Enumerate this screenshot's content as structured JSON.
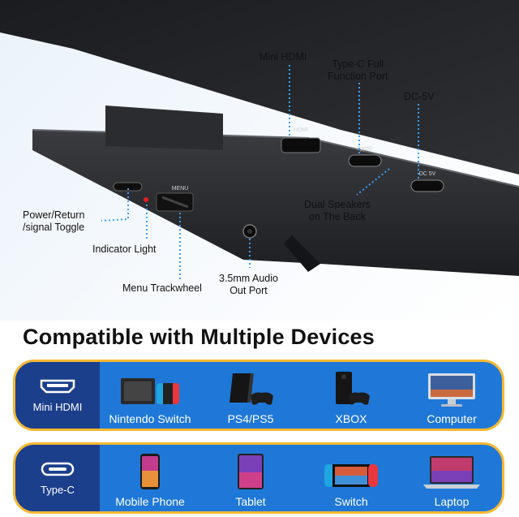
{
  "callouts": {
    "mini_hdmi": "Mini HDMI",
    "type_c_port_line1": "Type-C Full",
    "type_c_port_line2": "Function Port",
    "dc5v": "DC-5V",
    "dual_speakers_line1": "Dual Speakers",
    "dual_speakers_line2": "on The Back",
    "power_line1": "Power/Return",
    "power_line2": "/signal Toggle",
    "indicator": "Indicator Light",
    "menu_trackwheel": "Menu Trackwheel",
    "audio_line1": "3.5mm Audio",
    "audio_line2": "Out Port"
  },
  "device_markings": {
    "hdmi": "HDMI",
    "typec": "TypeC",
    "dc5v": "DC 5V",
    "menu": "MENU"
  },
  "heading": "Compatible with Multiple Devices",
  "rows": [
    {
      "port": "Mini HDMI",
      "devices": [
        "Nintendo Switch",
        "PS4/PS5",
        "XBOX",
        "Computer"
      ]
    },
    {
      "port": "Type-C",
      "devices": [
        "Mobile Phone",
        "Tablet",
        "Switch",
        "Laptop"
      ]
    }
  ],
  "colors": {
    "accent_border": "#f6b832",
    "band_blue": "#1f78d8",
    "label_navy": "#1c3f8c",
    "callout_line": "#3aa0ff"
  },
  "icons": [
    "hdmi-port-icon",
    "usb-c-port-icon",
    "nintendo-switch-icon",
    "ps4-icon",
    "xbox-icon",
    "computer-monitor-icon",
    "mobile-phone-icon",
    "tablet-icon",
    "switch-handheld-icon",
    "laptop-icon"
  ]
}
